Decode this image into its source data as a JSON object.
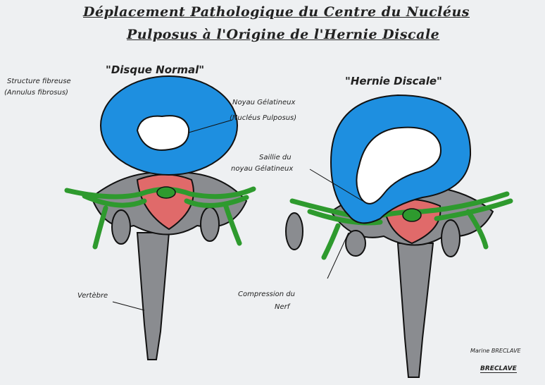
{
  "title": {
    "line1": "Déplacement Pathologique du Centre du Nucléus",
    "line2": "Pulposus à l'Origine de l'Hernie Discale"
  },
  "left": {
    "heading": "\"Disque Normal\"",
    "annulus_label": "Structure fibreuse",
    "annulus_latin": "(Annulus fibrosus)",
    "nucleus_label": "Noyau Gélatineux",
    "nucleus_latin": "(Nucléus Pulposus)",
    "vertebra_label": "Vertèbre"
  },
  "right": {
    "heading": "\"Hernie Discale\"",
    "protrusion_label_1": "Saillie du",
    "protrusion_label_2": "noyau Gélatineux",
    "compression_label_1": "Compression du",
    "compression_label_2": "Nerf"
  },
  "signature": {
    "name": "Marine BRECLAVE",
    "signature": "BRECLAVE"
  },
  "colors": {
    "disc": "#1e8fe0",
    "nucleus": "#ffffff",
    "bone": "#8a8c90",
    "cord": "#e06a6a",
    "nerve": "#2e9a2e"
  }
}
